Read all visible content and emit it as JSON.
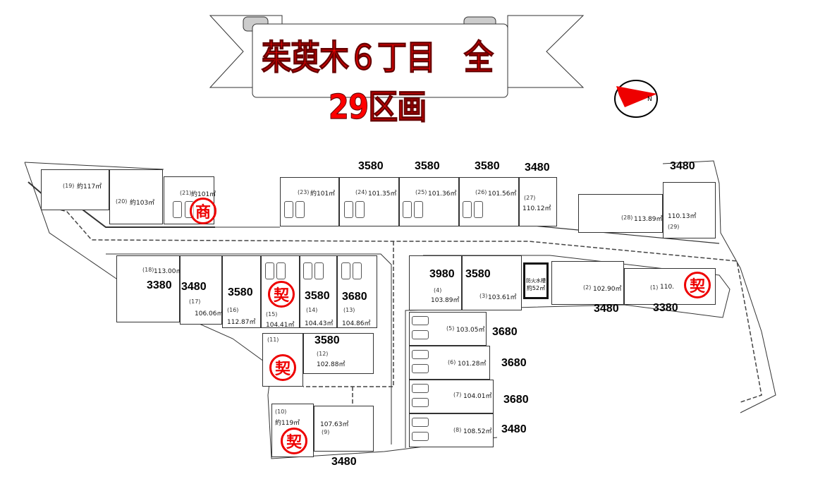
{
  "title": "茱萸木６丁目　全29区画",
  "compass": {
    "icon": "north-arrow-icon",
    "label": "N"
  },
  "colors": {
    "accent": "#ff0000",
    "badge": "#e00000"
  },
  "badges": {
    "sold": "契",
    "commercial": "商"
  },
  "fire_tank": {
    "label": "防火水槽",
    "area": "約52㎡"
  },
  "lots": {
    "l1": {
      "no": "(1)",
      "area": "110.",
      "price": "3380",
      "badge": "契"
    },
    "l2": {
      "no": "(2)",
      "area": "102.90㎡",
      "price": "3480"
    },
    "l3": {
      "no": "(3)",
      "area": "103.61㎡",
      "price": "3580"
    },
    "l4": {
      "no": "(4)",
      "area": "103.89㎡",
      "price": "3980"
    },
    "l5": {
      "no": "(5)",
      "area": "103.05㎡",
      "price": "3680"
    },
    "l6": {
      "no": "(6)",
      "area": "101.28㎡",
      "price": "3680"
    },
    "l7": {
      "no": "(7)",
      "area": "104.01㎡",
      "price": "3680"
    },
    "l8": {
      "no": "(8)",
      "area": "108.52㎡",
      "price": "3480"
    },
    "l9": {
      "no": "(9)",
      "area": "107.63㎡",
      "price": "3480"
    },
    "l10": {
      "no": "(10)",
      "area": "約119㎡",
      "badge": "契"
    },
    "l11": {
      "no": "(11)",
      "badge": "契"
    },
    "l12": {
      "no": "(12)",
      "area": "102.88㎡",
      "price": "3580"
    },
    "l13": {
      "no": "(13)",
      "area": "104.86㎡",
      "price": "3680"
    },
    "l14": {
      "no": "(14)",
      "area": "104.43㎡",
      "price": "3580"
    },
    "l15": {
      "no": "(15)",
      "area": "104.41㎡",
      "badge": "契"
    },
    "l16": {
      "no": "(16)",
      "area": "112.87㎡",
      "price": "3580"
    },
    "l17": {
      "no": "(17)",
      "area": "106.06㎡",
      "price": "3480"
    },
    "l18": {
      "no": "(18)",
      "area": "113.00㎡",
      "price": "3380"
    },
    "l19": {
      "no": "(19)",
      "area": "約117㎡"
    },
    "l20": {
      "no": "(20)",
      "area": "約103㎡"
    },
    "l21": {
      "no": "(21)",
      "area": "約101㎡",
      "badge": "商"
    },
    "l23": {
      "no": "(23)",
      "area": "約101㎡"
    },
    "l24": {
      "no": "(24)",
      "area": "101.35㎡",
      "price": "3580"
    },
    "l25": {
      "no": "(25)",
      "area": "101.36㎡",
      "price": "3580"
    },
    "l26": {
      "no": "(26)",
      "area": "101.56㎡",
      "price": "3580"
    },
    "l27": {
      "no": "(27)",
      "area": "110.12㎡",
      "price": "3480"
    },
    "l28": {
      "no": "(28)",
      "area": "113.89㎡"
    },
    "l29": {
      "no": "(29)",
      "area": "110.13㎡",
      "price": "3480"
    }
  }
}
